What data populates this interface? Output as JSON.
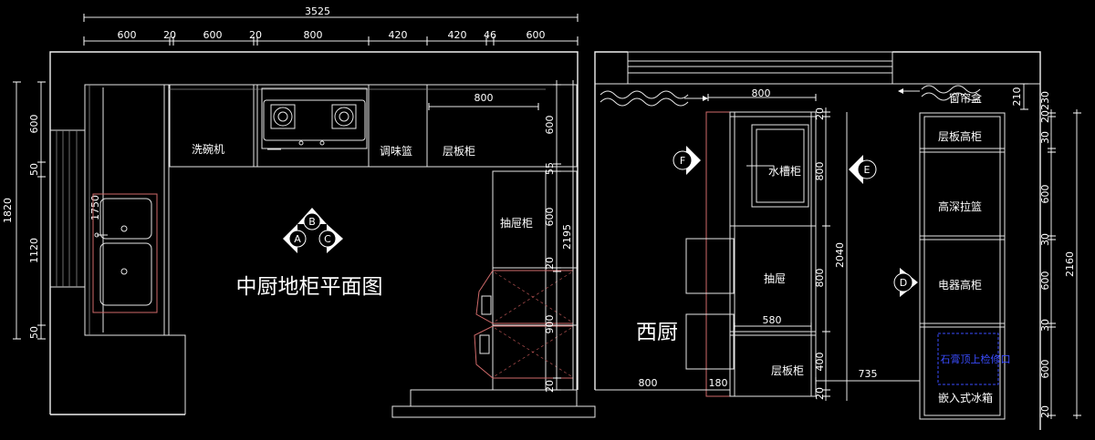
{
  "top_dims": {
    "total": "3525",
    "segments": [
      "600",
      "20",
      "600",
      "20",
      "800",
      "420",
      "420",
      "46",
      "600"
    ]
  },
  "left_dims": {
    "total": "1820",
    "segments": [
      "600",
      "50",
      "1120",
      "50"
    ],
    "inner": "1750"
  },
  "mid_labels": {
    "dishwasher": "洗碗机",
    "seasoning": "调味篮",
    "shelf": "层板柜",
    "shelf_dim": "800",
    "drawer": "抽屉柜",
    "title": "中厨地柜平面图"
  },
  "mid_right_dims": [
    "600",
    "55",
    "600",
    "2195",
    "20",
    "900",
    "20"
  ],
  "markers": {
    "a": "A",
    "b": "B",
    "c": "C",
    "d": "D",
    "e": "E",
    "f": "F"
  },
  "west": {
    "title": "西厨",
    "top_dim": "800",
    "sink_cab": "水槽柜",
    "drawer": "抽屉",
    "width_580": "580",
    "shelf": "层板柜",
    "dim_800_left": "800",
    "dim_180": "180",
    "dim_735": "735",
    "col_dims": [
      "20",
      "800",
      "2040",
      "800",
      "400",
      "20"
    ],
    "curtain_box": "窗帘盒",
    "dim_210": "210",
    "tall_shelf": "层板高柜",
    "deep_basket": "高深拉篮",
    "appliance_tall": "电器高柜",
    "blue_note": "石膏顶上检修口",
    "fridge": "嵌入式冰箱",
    "right_dims": [
      "20",
      "30",
      "230",
      "600",
      "30",
      "600",
      "30",
      "600",
      "20"
    ],
    "right_total": "2160"
  }
}
